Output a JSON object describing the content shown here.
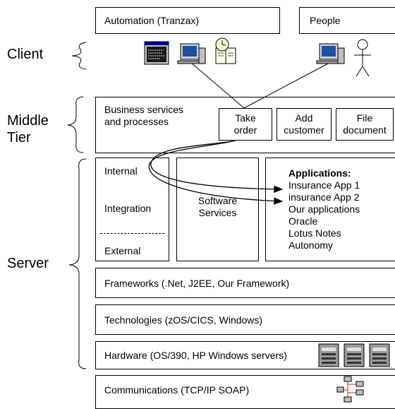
{
  "tiers": {
    "client": "Client",
    "middle_line1": "Middle",
    "middle_line2": "Tier",
    "server": "Server"
  },
  "client": {
    "automation": "Automation (Tranzax)",
    "people": "People"
  },
  "middle": {
    "business_line1": "Business services",
    "business_line2": "and processes",
    "take_order_line1": "Take",
    "take_order_line2": "order",
    "add_customer_line1": "Add",
    "add_customer_line2": "customer",
    "file_document_line1": "File",
    "file_document_line2": "document"
  },
  "server": {
    "internal": "Internal",
    "integration": "Integration",
    "external": "External",
    "software_line1": "Software",
    "software_line2": "Services",
    "applications_title": "Applications:",
    "applications": [
      "Insurance App 1",
      "insurance App 2",
      "Our applications",
      "Oracle",
      "Lotus Notes",
      "Autonomy"
    ],
    "frameworks": "Frameworks (.Net, J2EE, Our Framework)",
    "technologies": "Technologies (zOS/CICS, Windows)",
    "hardware": "Hardware (OS/390, HP Windows servers)",
    "communications": "Communications (TCP/IP SOAP)"
  },
  "icons": [
    "terminal-window-icon",
    "desktop-computer-icon",
    "clock-document-icon",
    "desktop-computer-icon",
    "stick-person-icon",
    "server-tower-icon",
    "network-diagram-icon"
  ]
}
